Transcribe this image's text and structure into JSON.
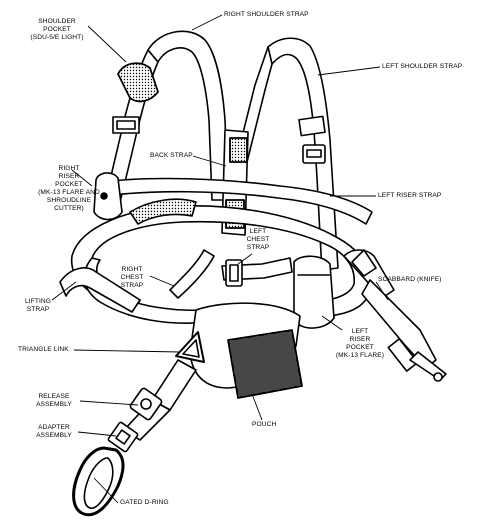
{
  "diagram": {
    "labels": {
      "shoulder_pocket": [
        "SHOULDER",
        "POCKET",
        "(SDU-5/E LIGHT)"
      ],
      "right_shoulder_strap": "RIGHT SHOULDER STRAP",
      "left_shoulder_strap": "LEFT SHOULDER STRAP",
      "right_riser_pocket": [
        "RIGHT",
        "RISER",
        "POCKET",
        "(MK-13 FLARE AND",
        "SHROUDLINE",
        "CUTTER)"
      ],
      "back_strap": "BACK STRAP",
      "left_riser_strap": "LEFT RISER STRAP",
      "left_chest_strap": [
        "LEFT",
        "CHEST",
        "STRAP"
      ],
      "right_chest_strap": [
        "RIGHT",
        "CHEST",
        "STRAP"
      ],
      "lifting_strap": [
        "LIFTING",
        "STRAP"
      ],
      "scabbard": "SCABBARD (KNIFE)",
      "left_riser_pocket": [
        "LEFT",
        "RISER",
        "POCKET",
        "(MK-13 FLARE)"
      ],
      "triangle_link": "TRIANGLE LINK",
      "release_assembly": [
        "RELEASE",
        "ASSEMBLY"
      ],
      "adapter_assembly": [
        "ADAPTER",
        "ASSEMBLY"
      ],
      "pouch": "POUCH",
      "gated_d_ring": "GATED D-RING"
    }
  }
}
